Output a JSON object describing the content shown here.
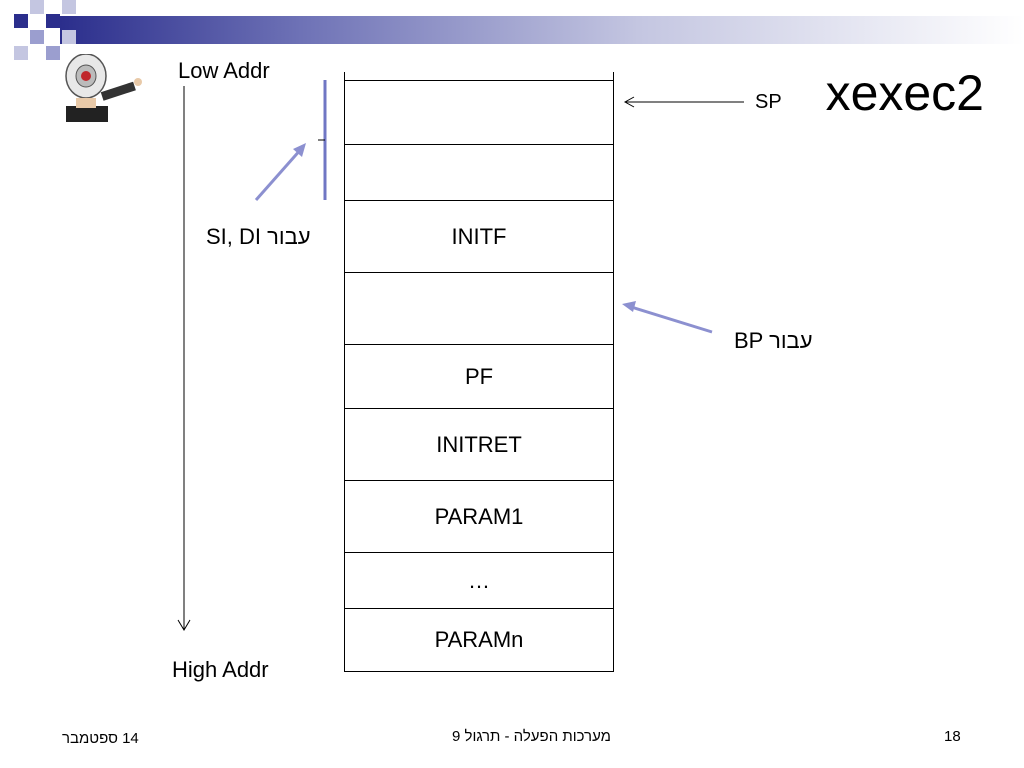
{
  "title": "xexec2",
  "axis": {
    "low_label": "Low Addr",
    "high_label": "High Addr"
  },
  "pointers": {
    "sp_label": "SP",
    "si_di_label": "SI, DI עבור",
    "bp_label": "BP עבור"
  },
  "stack_cells": [
    {
      "label": ""
    },
    {
      "label": ""
    },
    {
      "label": "INITF"
    },
    {
      "label": ""
    },
    {
      "label": "PF"
    },
    {
      "label": "INITRET"
    },
    {
      "label": "PARAM1"
    },
    {
      "label": "…"
    },
    {
      "label": "PARAMn"
    }
  ],
  "footer": {
    "date": "14 ספטמבר",
    "course": "מערכות הפעלה - תרגול 9",
    "page_number": "18"
  },
  "colors": {
    "accent_dark": "#2b2e8c",
    "accent_light": "#9b9ecf",
    "pointer_arrow": "#8c90d0",
    "bracket": "#7077c4"
  },
  "icons": [
    "megaphone-person-icon"
  ]
}
